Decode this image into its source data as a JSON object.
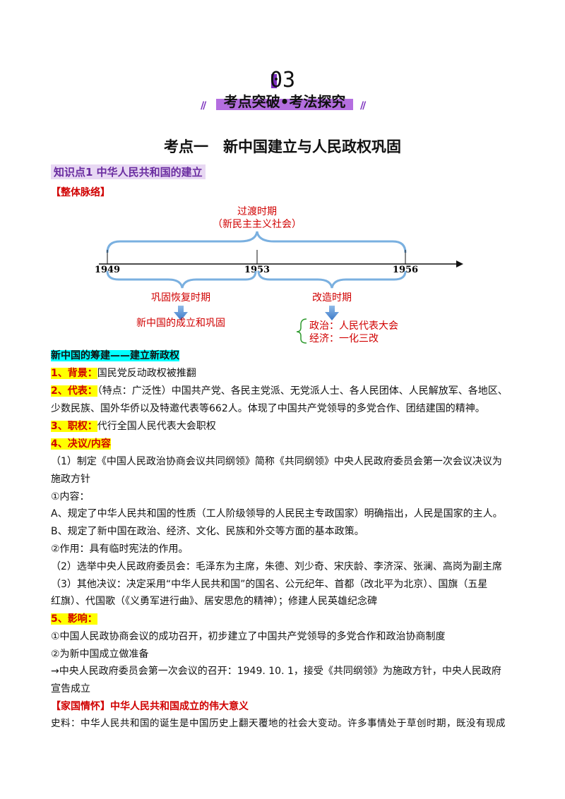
{
  "header": {
    "chapter_number": "03",
    "banner": "考点突破•考法探究",
    "stripes": "//"
  },
  "topic": {
    "title": "考点一　新中国建立与人民政权巩固",
    "knowledge_point": "知识点1 中华人民共和国的建立",
    "section_tag": "【整体脉络】"
  },
  "timeline": {
    "top_label_1": "过渡时期",
    "top_label_2": "（新民主主义社会）",
    "years": [
      "1949",
      "1953",
      "1956"
    ],
    "left_phase": "巩固恢复时期",
    "left_result": "新中国的成立和巩固",
    "right_phase": "改造时期",
    "right_result_1": "政治：人民代表大会",
    "right_result_2": "经济：一化三改",
    "colors": {
      "brace": "#7ab0e0",
      "arrow": "#4a86cf",
      "label": "#d00000",
      "green": "#2e9a2e"
    }
  },
  "content": {
    "heading": "新中国的筹建——建立新政权",
    "bg_label": "1、背景：",
    "bg_text": "国民党反动政权被推翻",
    "rep_label": "2、代表：",
    "rep_text_1": "（特点：广泛性）中国共产党、各民主党派、无党派人士、各人民团体、人民解放军、各地区、",
    "rep_text_2": "少数民族、国外华侨以及特邀代表等662人。体现了中国共产党领导的多党合作、团结建国的精神。",
    "duty_label": "3、职权：",
    "duty_text": "代行全国人民代表大会职权",
    "res_label": "4、决议/内容",
    "res_1a": "（1）制定《中国人民政治协商会议共同纲领》简称《共同纲领》中央人民政府委员会第一次会议决议为",
    "res_1b": "施政方针",
    "res_content": "①内容：",
    "res_A": "A、规定了中华人民共和国的性质（工人阶级领导的人民民主专政国家）明确指出，人民是国家的主人。",
    "res_B": "B、规定了新中国在政治、经济、文化、民族和外交等方面的基本政策。",
    "res_effect": "②作用：具有临时宪法的作用。",
    "res_2": "（2）选举中央人民政府委员会：毛泽东为主席，朱德、刘少奇、宋庆龄、李济深、张澜、高岗为副主席",
    "res_3a": "（3）其他决议：决定采用“中华人民共和国”的国名、公元纪年、首都（改北平为北京）、国旗（五星",
    "res_3b": "红旗）、代国歌（《义勇军进行曲》、居安思危的精神）；修建人民英雄纪念碑",
    "inf_label": "5、影响：",
    "inf_1": "①中国人民政协商会议的成功召开，初步建立了中国共产党领导的多党合作和政治协商制度",
    "inf_2": "②为新中国成立做准备",
    "inf_3a": "→中央人民政府委员会第一次会议的召开：1949. 10. 1，接受《共同纲领》为施政方针，中央人民政府",
    "inf_3b": "宣告成立",
    "feeling_tag": "【家国情怀】中华人民共和国成立的伟大意义",
    "source_text": "史料：中华人民共和国的诞生是中国历史上翻天覆地的社会大变动。许多事情处于草创时期，既没有现成"
  }
}
